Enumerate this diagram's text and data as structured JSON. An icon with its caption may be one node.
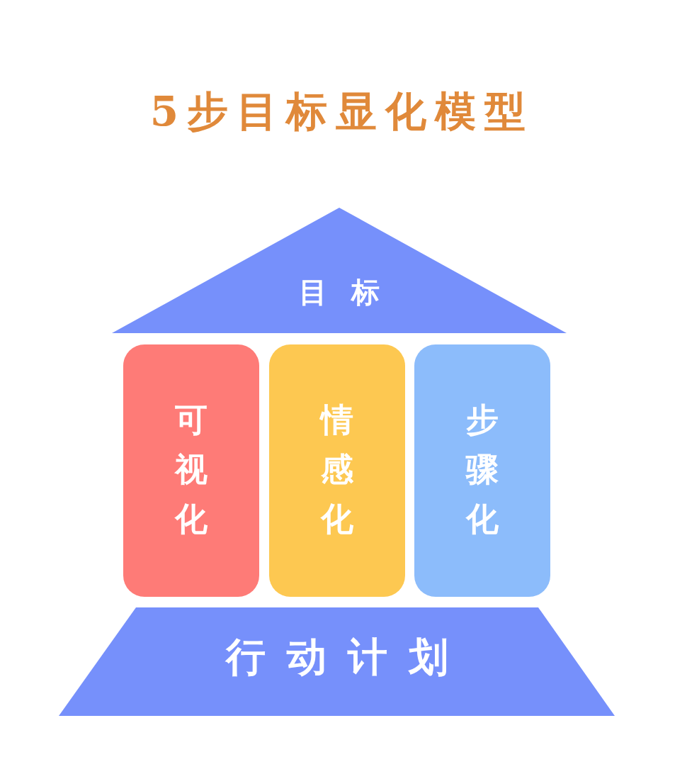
{
  "diagram": {
    "title": "5步目标显化模型",
    "nodes": [
      {
        "text": [
          "目标"
        ]
      },
      {
        "text": [
          "可视化"
        ]
      },
      {
        "text": [
          "情感化"
        ]
      },
      {
        "text": [
          "步骤化"
        ]
      },
      {
        "text": [
          "行动计划"
        ]
      }
    ]
  }
}
